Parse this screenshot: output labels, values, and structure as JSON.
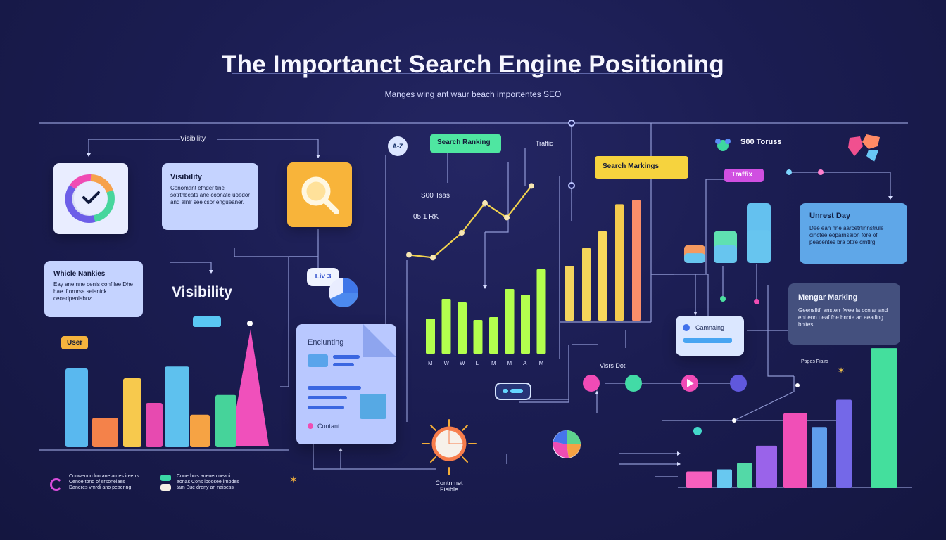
{
  "header": {
    "title": "The Importanct Search Engine Positioning",
    "subtitle": "Manges wing ant waur beach importentes SEO"
  },
  "labels": {
    "visibility_top": "Visibility",
    "visibility_card_title": "Visibility",
    "visibility_card_text": "Conomant efnder tine sotrthbeats ane coonate uoedor and alnlr seeicsor engueaner.",
    "visibility_large": "Visibility",
    "whole_rankings_title": "Whicle Nankies",
    "whole_rankings_text": "Eay ane nne cenis conf lee Dhe hae if ornrse seianick ceoedpenlabnz.",
    "user": "User",
    "search_ranking_green": "Search Ranking",
    "traffic_top": "Traffic",
    "search_markings_yellow": "Search Markings",
    "traffic_pink": "Traffix",
    "value_1": "S00 Tsas",
    "value_2": "05,1 RK",
    "value_3": "S00 Toruss",
    "unrest_day_title": "Unrest Day",
    "unrest_day_text": "Dee ean nne aarcetrtinnstrule cinctee eoparnsaion fore of peacentes bra ottre crntlrg.",
    "manager_title": "Mengar Marking",
    "manager_text": "Geenslltfl ansterr fwee la ccnlar and ent enn ueaf fhe bnote an aealling bbites.",
    "doc_title": "Enclunting",
    "doc_content": "Contant",
    "content_visible": "Contnmet Fisible",
    "campaigning": "Camnaing",
    "visits_card": "Visrs Dot",
    "pill_value": "Liv 3",
    "az": "A-Z",
    "pages_flow": "Pages Fiairs"
  },
  "legend_left": [
    "Conwenoo lun ane ardes ireerrs Cenoe tbnd of srsoneiaes Daneres vmrdi ano peaenng",
    "Conerbnis aneoen neaoi aonas Cons iboosee irnbdes tam Bue dreny an naisess"
  ],
  "colors": {
    "accent_green": "#4be0a0",
    "accent_yellow": "#f8d340",
    "accent_orange": "#f79f51",
    "accent_pink": "#ef4db3",
    "accent_blue": "#58b3f0",
    "accent_purple": "#7058e8"
  },
  "chart_data": [
    {
      "type": "bar",
      "name": "left-bars",
      "values": [
        8,
        3,
        7,
        4.5,
        8.2,
        3.3,
        5.3,
        9.3
      ],
      "colors": [
        "#59b8ef",
        "#f4824a",
        "#f7c94d",
        "#e74ab0",
        "#5ec1ee",
        "#f6a344",
        "#46d39a",
        "#f54bb6"
      ]
    },
    {
      "type": "line",
      "name": "center-line",
      "x": [
        1,
        2,
        3,
        4,
        5,
        6
      ],
      "y": [
        2,
        1.6,
        5.2,
        9.5,
        7.4,
        12
      ],
      "x_tick_labels": [
        "M",
        "W",
        "L",
        "M",
        "M",
        "M"
      ]
    },
    {
      "type": "bar",
      "name": "green-bars",
      "categories": [
        "M",
        "W",
        "W",
        "L",
        "M",
        "M",
        "A",
        "M"
      ],
      "values": [
        5,
        7.8,
        7.3,
        4.8,
        5.2,
        9.2,
        8.4,
        12
      ]
    },
    {
      "type": "bar",
      "name": "yellow-bars",
      "values": [
        6.5,
        8.6,
        10.6,
        13.8,
        14.3
      ],
      "colors": [
        "#f4d45e",
        "#f4d55a",
        "#f8d85c",
        "#f5cb4e",
        "#fa8e6a"
      ]
    },
    {
      "type": "bar",
      "name": "cylinder-bars",
      "values": [
        3.5,
        6.3,
        11.8
      ],
      "colors": [
        "#f4995f",
        "#5fe1b1",
        "#64c1ef"
      ]
    },
    {
      "type": "bar",
      "name": "right-bars",
      "values": [
        2.3,
        2.6,
        3.5,
        5.9,
        10.4,
        8.5,
        12.3,
        19.5
      ],
      "colors": [
        "#f65fbe",
        "#68c8f0",
        "#53d9a7",
        "#9a63ea",
        "#f04fb7",
        "#5f9deb",
        "#7468e8",
        "#44df9d"
      ]
    }
  ]
}
